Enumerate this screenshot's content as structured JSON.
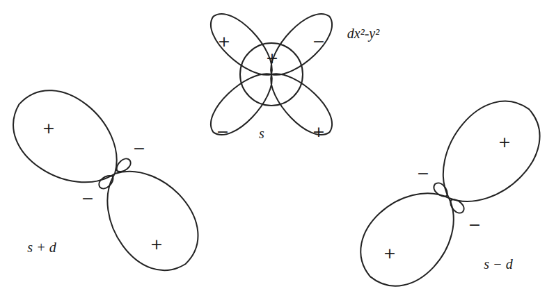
{
  "diagram": {
    "labels": [
      "+",
      "−",
      "+",
      "dx²-y²",
      "−",
      "s",
      "+",
      "+",
      "−",
      "−",
      "+",
      "s + d",
      "−",
      "+",
      "−",
      "+",
      "s − d"
    ]
  }
}
